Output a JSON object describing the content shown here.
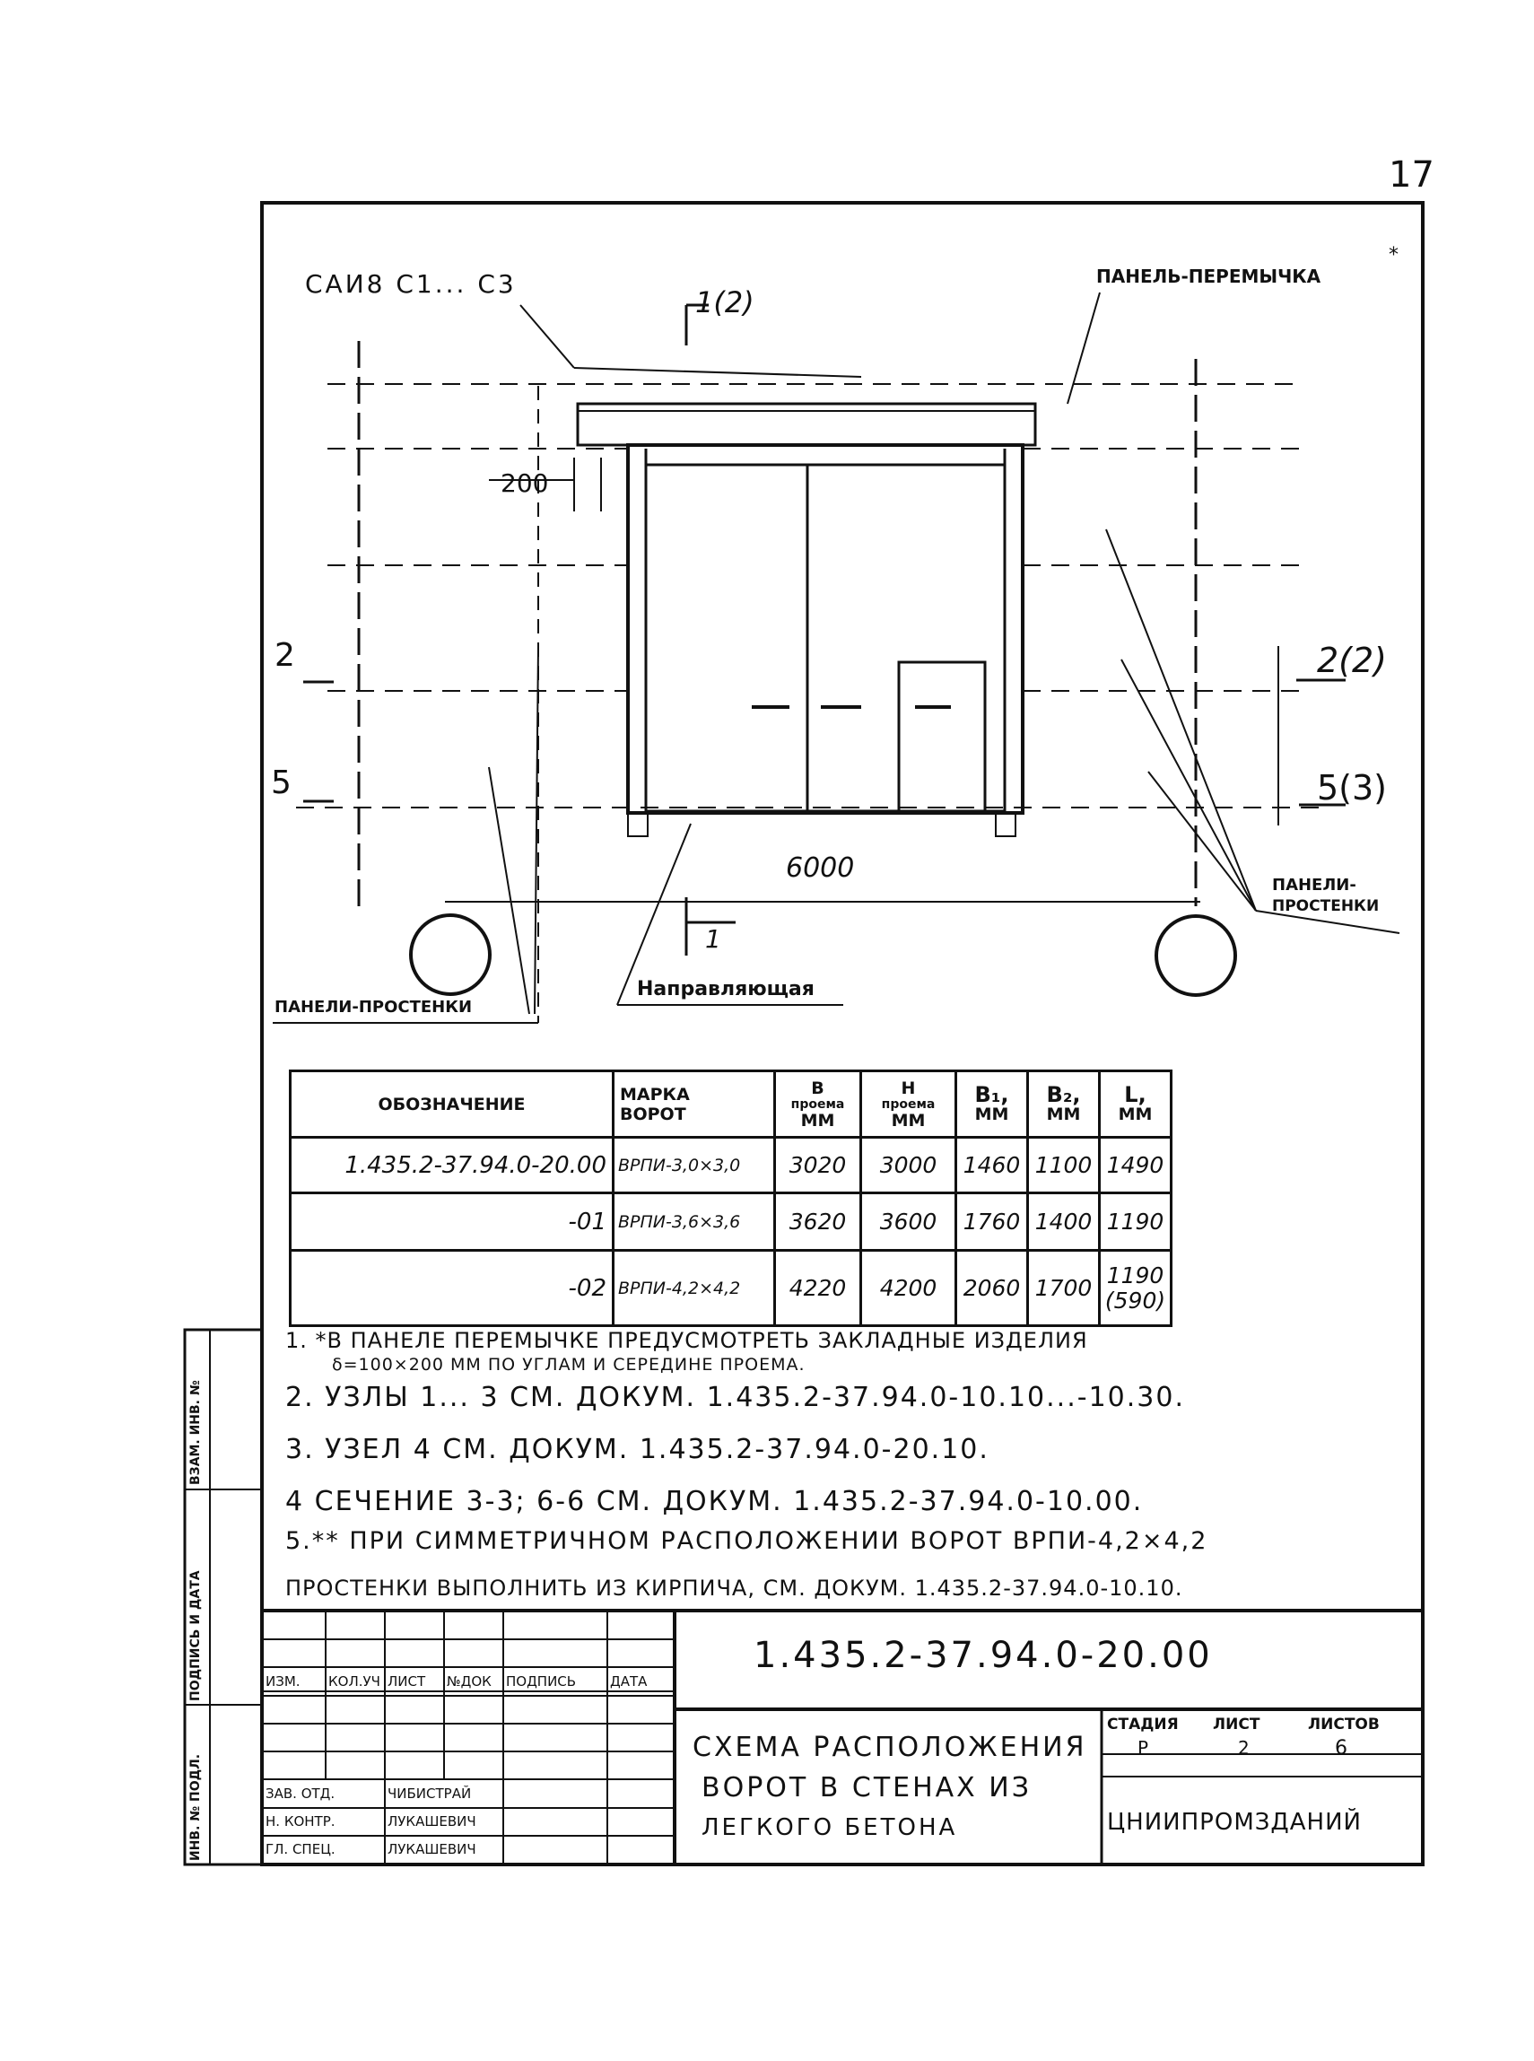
{
  "sheet": {
    "page_number": "17",
    "document_code": "1.435.2-37.94.0-20.00",
    "organization": "ЦНИИПРОМЗДАНИЙ"
  },
  "drawing": {
    "label_strips": "САИ8 С1... С3",
    "label_lintel_panel": "ПАНЕЛЬ-ПЕРЕМЫЧКА",
    "lintel_asterisk": "*",
    "label_pier_panels_left": "ПАНЕЛИ-ПРОСТЕНКИ",
    "label_pier_panels_right_1": "ПАНЕЛИ-",
    "label_pier_panels_right_2": "ПРОСТЕНКИ",
    "label_guide": "Направляющая",
    "section_top": "1(2)",
    "section_bottom": "1",
    "node_left_2": "2",
    "node_left_5": "5",
    "node_right_2": "2(2)",
    "node_right_5": "5(3)",
    "dim_200": "200",
    "dim_6000": "6000"
  },
  "spec_table": {
    "headers": {
      "designation": "ОБОЗНАЧЕНИЕ",
      "gate_mark_1": "МАРКА",
      "gate_mark_2": "ВОРОТ",
      "b_1": "В",
      "b_2": "проема",
      "b_3": "ММ",
      "h_1": "Н",
      "h_2": "проема",
      "h_3": "ММ",
      "b1_1": "В₁,",
      "b1_2": "ММ",
      "b2_1": "В₂,",
      "b2_2": "ММ",
      "l_1": "L,",
      "l_2": "ММ"
    },
    "rows": [
      {
        "designation": "1.435.2-37.94.0-20.00",
        "mark": "ВРПИ-3,0×3,0",
        "b": "3020",
        "h": "3000",
        "b1": "1460",
        "b2": "1100",
        "l": "1490",
        "l_extra": ""
      },
      {
        "designation": "-01",
        "mark": "ВРПИ-3,6×3,6",
        "b": "3620",
        "h": "3600",
        "b1": "1760",
        "b2": "1400",
        "l": "1190",
        "l_extra": ""
      },
      {
        "designation": "-02",
        "mark": "ВРПИ-4,2×4,2",
        "b": "4220",
        "h": "4200",
        "b1": "2060",
        "b2": "1700",
        "l": "1190",
        "l_extra": "(590)"
      }
    ]
  },
  "notes": {
    "n1a": "1. *В ПАНЕЛЕ ПЕРЕМЫЧКЕ ПРЕДУСМОТРЕТЬ ЗАКЛАДНЫЕ ИЗДЕЛИЯ",
    "n1b": "δ=100×200 ММ ПО УГЛАМ И СЕРЕДИНЕ ПРОЕМА.",
    "n2": "2. УЗЛЫ 1... 3 СМ. ДОКУМ. 1.435.2-37.94.0-10.10...-10.30.",
    "n3": "3. УЗЕЛ 4 СМ. ДОКУМ. 1.435.2-37.94.0-20.10.",
    "n4": "4 СЕЧЕНИЕ 3-3; 6-6 СМ. ДОКУМ. 1.435.2-37.94.0-10.00.",
    "n5": "5.** ПРИ СИММЕТРИЧНОМ РАСПОЛОЖЕНИИ ВОРОТ ВРПИ-4,2×4,2",
    "n5b": "ПРОСТЕНКИ ВЫПОЛНИТЬ ИЗ КИРПИЧА, СМ. ДОКУМ. 1.435.2-37.94.0-10.10."
  },
  "title_block": {
    "rev_headers": [
      "ИЗМ.",
      "КОЛ.УЧ",
      "ЛИСТ",
      "№ДОК",
      "ПОДПИСЬ",
      "ДАТА"
    ],
    "title_line_1": "СХЕМА РАСПОЛОЖЕНИЯ",
    "title_line_2": "ВОРОТ В СТЕНАХ ИЗ",
    "title_line_3": "ЛЕГКОГО БЕТОНА",
    "stage_header": "СТАДИЯ",
    "sheet_header": "ЛИСТ",
    "sheets_header": "ЛИСТОВ",
    "stage": "Р",
    "sheet": "2",
    "sheets": "6",
    "staff": [
      {
        "role": "ЗАВ. ОТД.",
        "name": "ЧИБИСТРАЙ"
      },
      {
        "role": "Н. КОНТР.",
        "name": "ЛУКАШЕВИЧ"
      },
      {
        "role": "ГЛ. СПЕЦ.",
        "name": "ЛУКАШЕВИЧ"
      }
    ]
  },
  "side_stamp": {
    "inv_original": "ИНВ. № ПОДЛ.",
    "signature_date": "ПОДПИСЬ И ДАТА",
    "replace_inv": "ВЗАМ. ИНВ. №"
  }
}
